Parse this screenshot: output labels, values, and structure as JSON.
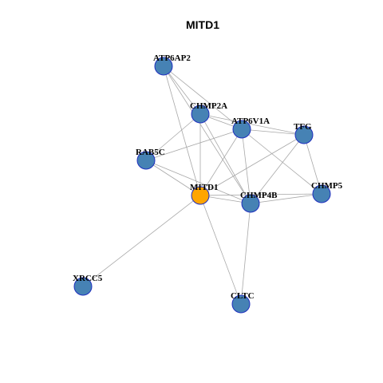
{
  "title": "MITD1",
  "colors": {
    "node_default": "#4682b4",
    "node_focus": "#ffa500",
    "node_border": "#1f2fbf",
    "edge": "#a8a8a8"
  },
  "nodes": [
    {
      "id": "ATP6AP2",
      "label": "ATP6AP2",
      "focus": false
    },
    {
      "id": "CHMP2A",
      "label": "CHMP2A",
      "focus": false
    },
    {
      "id": "ATP6V1A",
      "label": "ATP6V1A",
      "focus": false
    },
    {
      "id": "TFG",
      "label": "TFG",
      "focus": false
    },
    {
      "id": "RAB5C",
      "label": "RAB5C",
      "focus": false
    },
    {
      "id": "MITD1",
      "label": "MITD1",
      "focus": true
    },
    {
      "id": "CHMP4B",
      "label": "CHMP4B",
      "focus": false
    },
    {
      "id": "CHMP5",
      "label": "CHMP5",
      "focus": false
    },
    {
      "id": "XRCC5",
      "label": "XRCC5",
      "focus": false
    },
    {
      "id": "CLTC",
      "label": "CLTC",
      "focus": false
    }
  ],
  "edges": [
    [
      "ATP6AP2",
      "CHMP2A"
    ],
    [
      "ATP6AP2",
      "ATP6V1A"
    ],
    [
      "ATP6AP2",
      "MITD1"
    ],
    [
      "ATP6AP2",
      "CHMP4B"
    ],
    [
      "CHMP2A",
      "ATP6V1A"
    ],
    [
      "CHMP2A",
      "TFG"
    ],
    [
      "CHMP2A",
      "RAB5C"
    ],
    [
      "CHMP2A",
      "MITD1"
    ],
    [
      "CHMP2A",
      "CHMP4B"
    ],
    [
      "ATP6V1A",
      "TFG"
    ],
    [
      "ATP6V1A",
      "RAB5C"
    ],
    [
      "ATP6V1A",
      "MITD1"
    ],
    [
      "ATP6V1A",
      "CHMP4B"
    ],
    [
      "ATP6V1A",
      "CHMP5"
    ],
    [
      "TFG",
      "MITD1"
    ],
    [
      "TFG",
      "CHMP4B"
    ],
    [
      "TFG",
      "CHMP5"
    ],
    [
      "RAB5C",
      "MITD1"
    ],
    [
      "RAB5C",
      "CHMP4B"
    ],
    [
      "MITD1",
      "CHMP4B"
    ],
    [
      "MITD1",
      "CHMP5"
    ],
    [
      "MITD1",
      "XRCC5"
    ],
    [
      "MITD1",
      "CLTC"
    ],
    [
      "CHMP4B",
      "CHMP5"
    ],
    [
      "CHMP4B",
      "CLTC"
    ]
  ]
}
